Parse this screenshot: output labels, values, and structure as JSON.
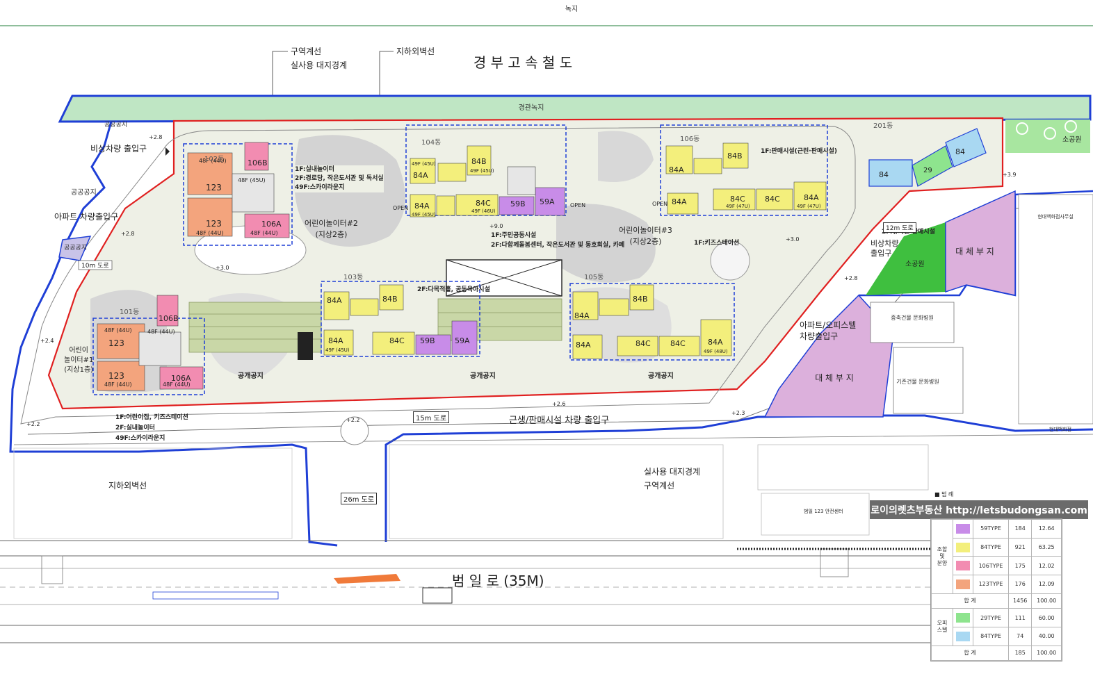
{
  "colors": {
    "type59": "#c88ce8",
    "type84": "#f3ef7c",
    "type106": "#f28cb1",
    "type123": "#f3a47d",
    "type29": "#8ee48e",
    "officetel84": "#a9d8f2",
    "boundary_blue": "#1f3fd6",
    "boundary_red": "#e02020",
    "green_belt": "#bfe6c4",
    "alt_site": "#dcb0dc",
    "park": "#3fbf3f"
  },
  "labels": {
    "top_green": "녹지",
    "expressway": "경 부 고 속 철 도",
    "scenic_green": "경관녹지",
    "district_line": "구역계선",
    "site_boundary": "실사용 대지경계",
    "underground_line": "지하외벽선",
    "public_space": "공공공지",
    "emergency_entrance": "비상차량 출입구",
    "apt_entrance": "아파트 차량출입구",
    "road_10m": "10m 도로",
    "road_12m": "12m 도로",
    "road_15m": "15m 도로",
    "road_26m": "26m 도로",
    "main_road": "범 일 로 (35M)",
    "commercial_entrance": "근생/판매시설 차량 출입구",
    "aptoffice_entrance": "아파트/오피스텔\n차량출입구",
    "emergency_right": "비상차량\n출입구",
    "small_park_top": "소공원",
    "small_park_mid": "소공원",
    "alt_site": "대 체 부 지",
    "alt_site2": "대 체 부 지",
    "open_space": "공개공지",
    "open_space2": "공개공지",
    "open_space3": "공개공지",
    "hyundai_office": "현대백화점사무실",
    "hyundai_dept": "현대백화점",
    "existing_bldg1": "중축건물\n문화병원",
    "existing_bldg2": "기존건물\n문화병원",
    "safety_center": "범일 123 안전센터",
    "playground2": "어린이놀이터#2\n(지상2층)",
    "playground3": "어린이놀이터#3\n(지상2층)",
    "playground1": "어린이\n놀이터#1\n(지상1층)",
    "bldg102_note": "1F:실내놀이터\n2F:경로당, 작은도서관 및 독서실\n49F:스카이라운지",
    "bldg104_note": "1F:주민공동시설\n2F:다함께돌봄센터, 작은도서관 및 동호회실, 카페",
    "bldg103_note": "2F:다목적홀, 공동육아시설",
    "bldg101_note": "1F:어린이집, 키즈스테이션\n2F:실내놀이터\n49F:스카이라운지",
    "bldg106_note": "1F:키즈스테이션",
    "bldg201_note": "2F:유치원·판매시설",
    "bldg_top_note": "1F:판매시설(근린·판매시설)",
    "open": "OPEN",
    "legend_marker": "■ 범 례"
  },
  "buildings": {
    "b101": "101동",
    "b102": "102동",
    "b103": "103동",
    "b104": "104동",
    "b105": "105동",
    "b106": "106동",
    "b201": "201동"
  },
  "units": {
    "u123": "123",
    "u106A": "106A",
    "u106B": "106B",
    "u84A": "84A",
    "u84B": "84B",
    "u84C": "84C",
    "u59A": "59A",
    "u59B": "59B",
    "u29": "29",
    "u84": "84",
    "f48_44": "48F (44U)",
    "f48_45": "48F (45U)",
    "f49_45": "49F (45U)",
    "f49_46": "49F (46U)",
    "f49_47": "49F (47U)",
    "f49_48": "49F (48U)"
  },
  "elevations": {
    "e28": "+2.8",
    "e30": "+3.0",
    "e26": "+2.6",
    "e22": "+2.2",
    "e23": "+2.3",
    "e90": "+9.0",
    "e39": "+3.9",
    "e24": "+2.4"
  },
  "watermark": "로이의렛츠부동산 http://letsbudongsan.com",
  "legend": {
    "group_apt": "조합\n및\n분양",
    "group_off": "오피\n스텔",
    "rows": [
      {
        "type": "59TYPE",
        "count": "184",
        "ratio": "12.64",
        "color": "#c88ce8"
      },
      {
        "type": "84TYPE",
        "count": "921",
        "ratio": "63.25",
        "color": "#f3ef7c"
      },
      {
        "type": "106TYPE",
        "count": "175",
        "ratio": "12.02",
        "color": "#f28cb1"
      },
      {
        "type": "123TYPE",
        "count": "176",
        "ratio": "12.09",
        "color": "#f3a47d"
      }
    ],
    "subtotal_label": "합 계",
    "subtotal_count": "1456",
    "subtotal_ratio": "100.00",
    "off_rows": [
      {
        "type": "29TYPE",
        "count": "111",
        "ratio": "60.00",
        "color": "#8ee48e"
      },
      {
        "type": "84TYPE",
        "count": "74",
        "ratio": "40.00",
        "color": "#a9d8f2"
      }
    ],
    "total_label": "합 계",
    "total_count": "185",
    "total_ratio": "100.00"
  }
}
